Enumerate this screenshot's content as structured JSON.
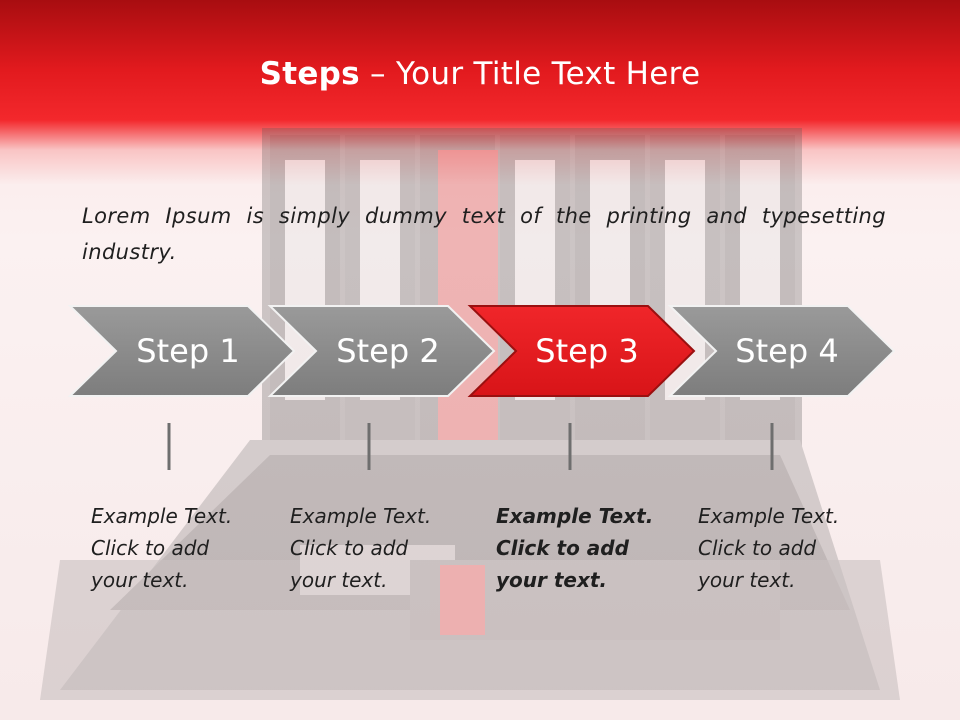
{
  "title": {
    "bold": "Steps",
    "rest": " – Your Title Text Here"
  },
  "intro": "Lorem Ipsum is simply dummy text of the printing and typesetting industry.",
  "steps": [
    {
      "label": "Step 1",
      "lines": [
        "Example Text.",
        "Click  to add",
        "your text."
      ]
    },
    {
      "label": "Step 2",
      "lines": [
        "Example Text.",
        "Click  to add",
        "your text."
      ]
    },
    {
      "label": "Step 3",
      "lines": [
        "Example Text.",
        "Click  to add",
        "your text."
      ]
    },
    {
      "label": "Step 4",
      "lines": [
        "Example Text.",
        "Click  to add",
        "your text."
      ]
    }
  ],
  "active_step": 3,
  "colors": {
    "accent": "#e8191e",
    "step_gray": "#8c8c8c",
    "connector": "#6e6e6e",
    "text": "#1f1f1f"
  }
}
